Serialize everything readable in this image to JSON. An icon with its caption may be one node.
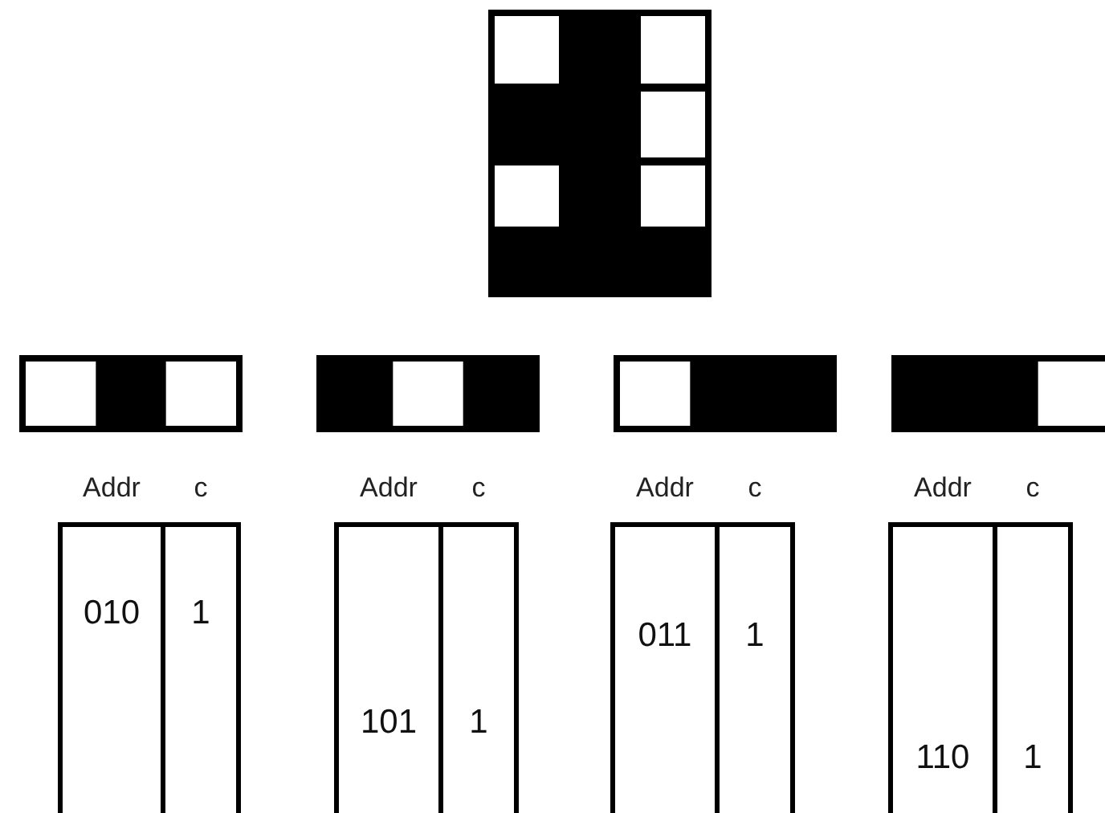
{
  "diagram": {
    "nodes": [
      {
        "text": [
          "Addr",
          "010"
        ]
      },
      {
        "text": [
          "c",
          "1"
        ]
      },
      {
        "text": [
          "Addr",
          "101"
        ]
      },
      {
        "text": [
          "c",
          "1"
        ]
      },
      {
        "text": [
          "Addr",
          "011"
        ]
      },
      {
        "text": [
          "c",
          "1"
        ]
      },
      {
        "text": [
          "Addr",
          "110"
        ]
      },
      {
        "text": [
          "c",
          "1"
        ]
      }
    ]
  }
}
